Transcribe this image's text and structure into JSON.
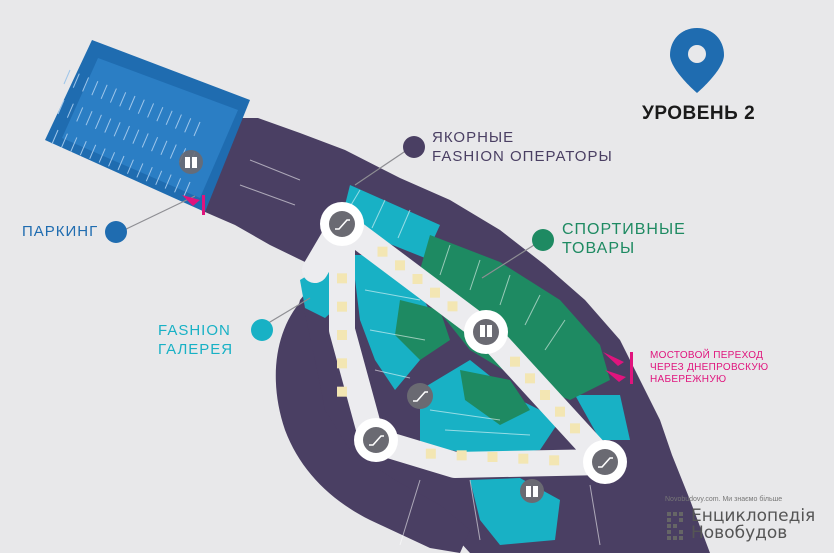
{
  "level": {
    "title": "УРОВЕНЬ 2"
  },
  "labels": {
    "anchor": {
      "line1": "ЯКОРНЫЕ",
      "line2": "FASHION ОПЕРАТОРЫ",
      "color": "#4a3f63"
    },
    "sport": {
      "line1": "СПОРТИВНЫЕ",
      "line2": "ТОВАРЫ",
      "color": "#1e8a62"
    },
    "parking": {
      "line1": "ПАРКИНГ",
      "color": "#1f6cb0"
    },
    "fashion": {
      "line1": "FASHION",
      "line2": "ГАЛЕРЕЯ",
      "color": "#18b1c5"
    }
  },
  "bridge": {
    "line1": "МОСТОВОЙ ПЕРЕХОД",
    "line2": "ЧЕРЕЗ ДНЕПРОВСКУЮ",
    "line3": "НАБЕРЕЖНУЮ",
    "color": "#e0147d"
  },
  "watermark": {
    "small": "Novobudovy.com. Ми знаємо більше",
    "line1": "Енциклопедія",
    "line2": "Новобудов"
  },
  "colors": {
    "background": "#e8e8ea",
    "anchor_zone": "#4a3f63",
    "sport_zone": "#1e8a62",
    "fashion_zone": "#18b1c5",
    "parking_zone": "#1f6cb0",
    "walkway": "#ececef",
    "corridor_mark": "#f3e6b3",
    "accent": "#e0147d"
  },
  "icons": [
    "location-pin-icon",
    "escalator-icon",
    "elevator-icon",
    "bridge-arrows-icon"
  ]
}
